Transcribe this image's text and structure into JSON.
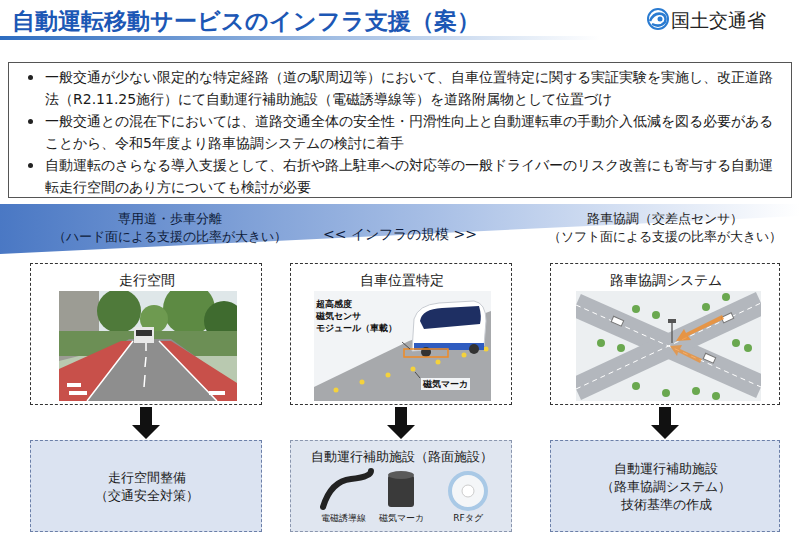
{
  "diagram": {
    "title": "自動運転移動サービスのインフラ支援（案）",
    "nodes": [
      {
        "text": [
          "一般交通が少ない限定的な特定経路（道の駅周辺等）において、自車位置特定に関する実証実験を実施し、改正道路法（R2.11.25施行）にて自動運行補助施設（電磁誘導線等）を道路附属物として位置づけ",
          "一般交通との混在下においては、道路交通全体の安全性・円滑性向上と自動運転車の手動介入低減を図る必要があることから、令和5年度より路車協調システムの検討に着手",
          "自動運転のさらなる導入支援として、右折や路上駐車への対応等の一般ドライバーのリスク改善にも寄与する自動運転走行空間のあり方についても検討が必要"
        ]
      },
      {
        "text": [
          "専用道・歩車分離 （ハード面による支援の比率が大きい）",
          "<< インフラの規模 >>",
          "路車協調（交差点センサ） （ソフト面による支援の比率が大きい）"
        ]
      },
      {
        "text": [
          "走行空間"
        ]
      },
      {
        "text": [
          "自車位置特定"
        ]
      },
      {
        "text": [
          "路車協調システム"
        ]
      },
      {
        "text": [
          "走行空間整備 （交通安全対策）"
        ]
      },
      {
        "text": [
          "自動運行補助施設（路面施設）",
          "電磁誘導線",
          "磁気マーカ",
          "RFタグ"
        ]
      },
      {
        "text": [
          "自動運行補助施設 （路車協調システム） 技術基準の作成"
        ]
      }
    ],
    "edges": [
      {
        "from": 2,
        "to": 5,
        "arrow": "to"
      },
      {
        "from": 3,
        "to": 6,
        "arrow": "to"
      },
      {
        "from": 4,
        "to": 7,
        "arrow": "to"
      }
    ],
    "labels": [
      "国土交通省",
      "超高感度 磁気センサ モジュール（車載）",
      "磁気マーカ"
    ]
  }
}
